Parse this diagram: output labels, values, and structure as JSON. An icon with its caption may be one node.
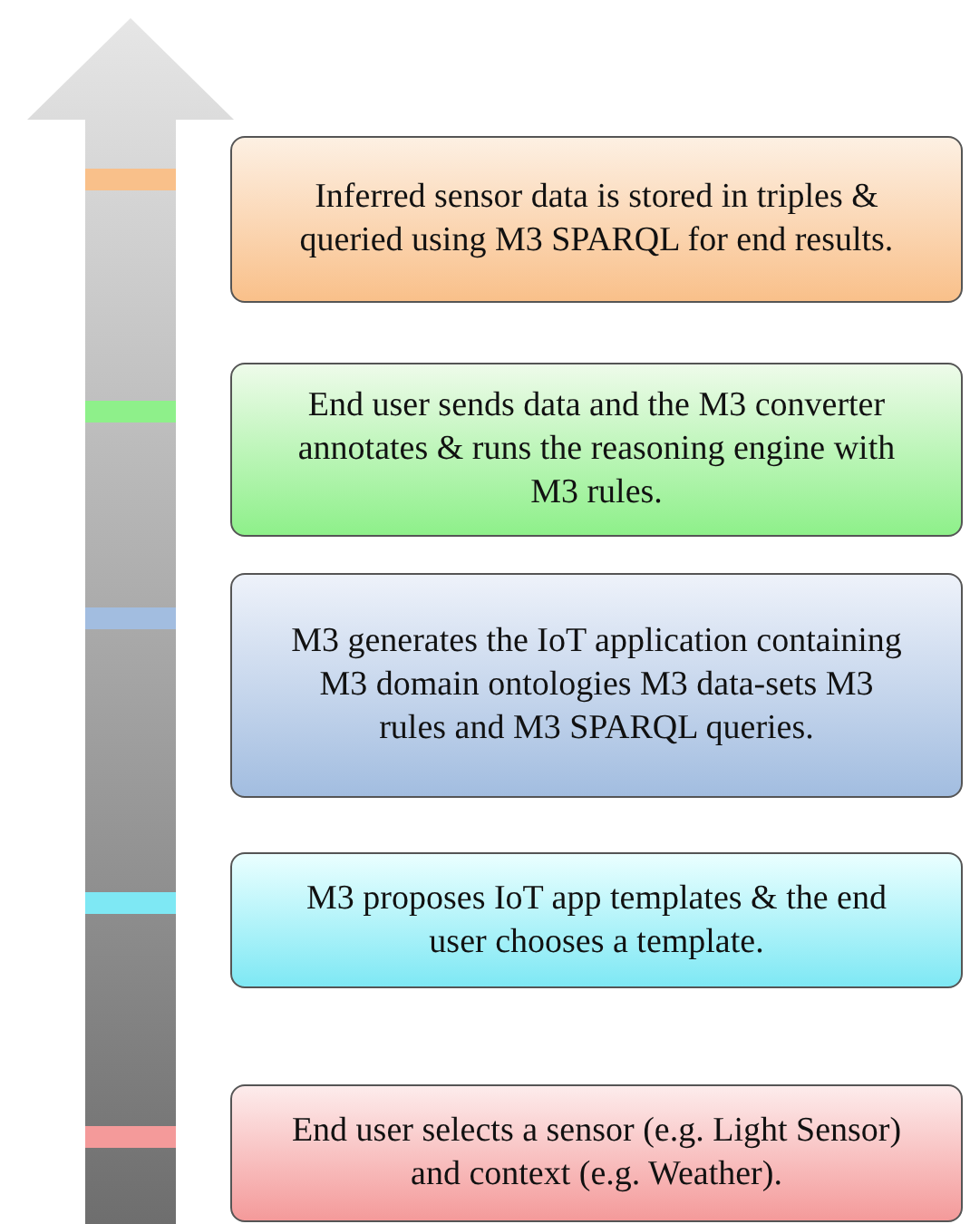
{
  "diagram": {
    "nodes": [
      {
        "text": [
          "Inferred sensor data is stored in triples & queried using M3 SPARQL for end results."
        ]
      },
      {
        "text": [
          "End user sends data and the M3 converter annotates & runs the reasoning engine with M3 rules."
        ]
      },
      {
        "text": [
          "M3 generates the IoT application containing M3 domain ontologies M3 data-sets M3 rules and M3 SPARQL queries."
        ]
      },
      {
        "text": [
          "M3 proposes IoT app templates & the end user chooses a template."
        ]
      },
      {
        "text": [
          "End user selects a sensor (e.g. Light Sensor) and context (e.g. Weather)."
        ]
      }
    ],
    "edges": []
  }
}
